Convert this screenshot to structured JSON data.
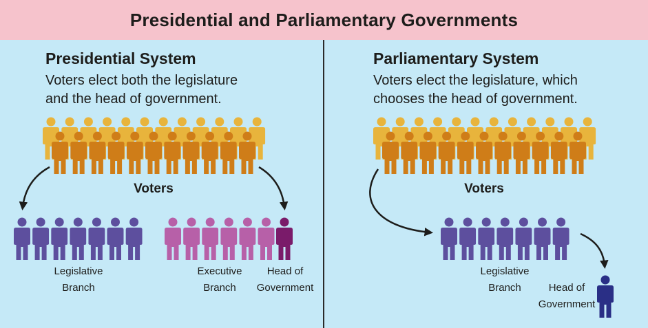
{
  "title": "Presidential and Parliamentary Governments",
  "colors": {
    "banner": "#f6c3cc",
    "background": "#c5e9f7",
    "voters_back": "#e8b43c",
    "voters_front": "#cf7d18",
    "legislative": "#5d4f9e",
    "executive": "#b760a8",
    "head_presidential": "#7a1b6a",
    "head_parliamentary": "#2a2f86"
  },
  "presidential": {
    "heading": "Presidential System",
    "description_line1": "Voters elect both the legislature",
    "description_line2": "and the head of government.",
    "voters_label": "Voters",
    "legislative_line1": "Legislative",
    "legislative_line2": "Branch",
    "executive_line1": "Executive",
    "executive_line2": "Branch",
    "head_line1": "Head of",
    "head_line2": "Government"
  },
  "parliamentary": {
    "heading": "Parliamentary System",
    "description_line1": "Voters elect the legislature, which",
    "description_line2": "chooses the head of government.",
    "voters_label": "Voters",
    "legislative_line1": "Legislative",
    "legislative_line2": "Branch",
    "head_line1": "Head of",
    "head_line2": "Government"
  }
}
